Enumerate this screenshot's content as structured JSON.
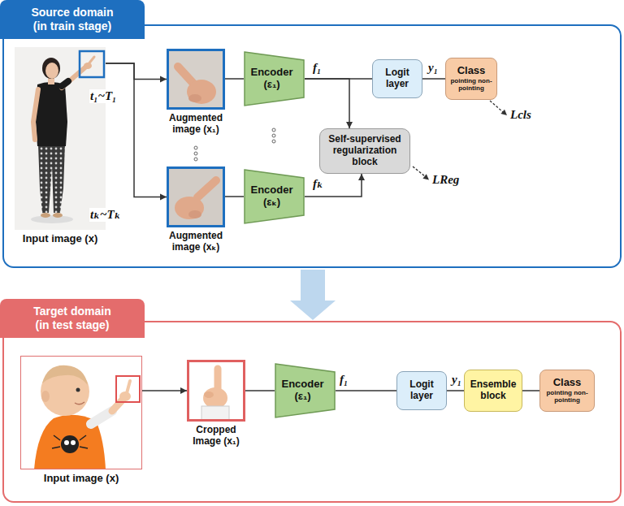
{
  "diagram": {
    "nodes": [
      {
        "text": [
          "Source domain (in train stage)"
        ]
      },
      {
        "text": [
          "Input image (x)"
        ],
        "in": 0
      },
      {
        "text": [
          "Augmented image (x₁)"
        ],
        "in": 0
      },
      {
        "text": [
          "Augmented image (xₖ)"
        ],
        "in": 0
      },
      {
        "text": [
          "Encoder (ε₁)"
        ],
        "in": 0
      },
      {
        "text": [
          "Encoder (εₖ)"
        ],
        "in": 0
      },
      {
        "text": [
          "Logit layer"
        ],
        "in": 0
      },
      {
        "text": [
          "Self-supervised regularization block"
        ],
        "in": 0
      },
      {
        "text": [
          "Class",
          "pointing non-pointing"
        ],
        "in": 0
      },
      {
        "text": [
          "Target domain (in test stage)"
        ]
      },
      {
        "text": [
          "Input image (x)"
        ],
        "in": 9
      },
      {
        "text": [
          "Cropped Image (x₁)"
        ],
        "in": 9
      },
      {
        "text": [
          "Encoder (ε₁)"
        ],
        "in": 9
      },
      {
        "text": [
          "Logit layer"
        ],
        "in": 9
      },
      {
        "text": [
          "Ensemble block"
        ],
        "in": 9
      },
      {
        "text": [
          "Class",
          "pointing non-pointing"
        ],
        "in": 9
      }
    ],
    "edges": [
      {
        "from": 1,
        "to": 2,
        "arrow": "to",
        "label": "t₁~T₁"
      },
      {
        "from": 1,
        "to": 3,
        "arrow": "to",
        "label": "tₖ~Tₖ"
      },
      {
        "from": 2,
        "to": 4,
        "arrow": "none"
      },
      {
        "from": 3,
        "to": 5,
        "arrow": "none"
      },
      {
        "from": 4,
        "to": 6,
        "arrow": "none",
        "label": "f₁"
      },
      {
        "from": 4,
        "to": 7,
        "arrow": "to"
      },
      {
        "from": 5,
        "to": 7,
        "arrow": "to",
        "label": "fₖ"
      },
      {
        "from": 6,
        "to": 8,
        "arrow": "none",
        "label": "y₁"
      },
      {
        "from": 0,
        "to": 9,
        "arrow": "to"
      },
      {
        "from": 10,
        "to": 11,
        "arrow": "to"
      },
      {
        "from": 11,
        "to": 12,
        "arrow": "none"
      },
      {
        "from": 12,
        "to": 13,
        "arrow": "none",
        "label": "f₁"
      },
      {
        "from": 13,
        "to": 14,
        "arrow": "none",
        "label": "y₁"
      },
      {
        "from": 14,
        "to": 15,
        "arrow": "none"
      }
    ],
    "labels": [
      "Lcls",
      "LReg"
    ]
  }
}
